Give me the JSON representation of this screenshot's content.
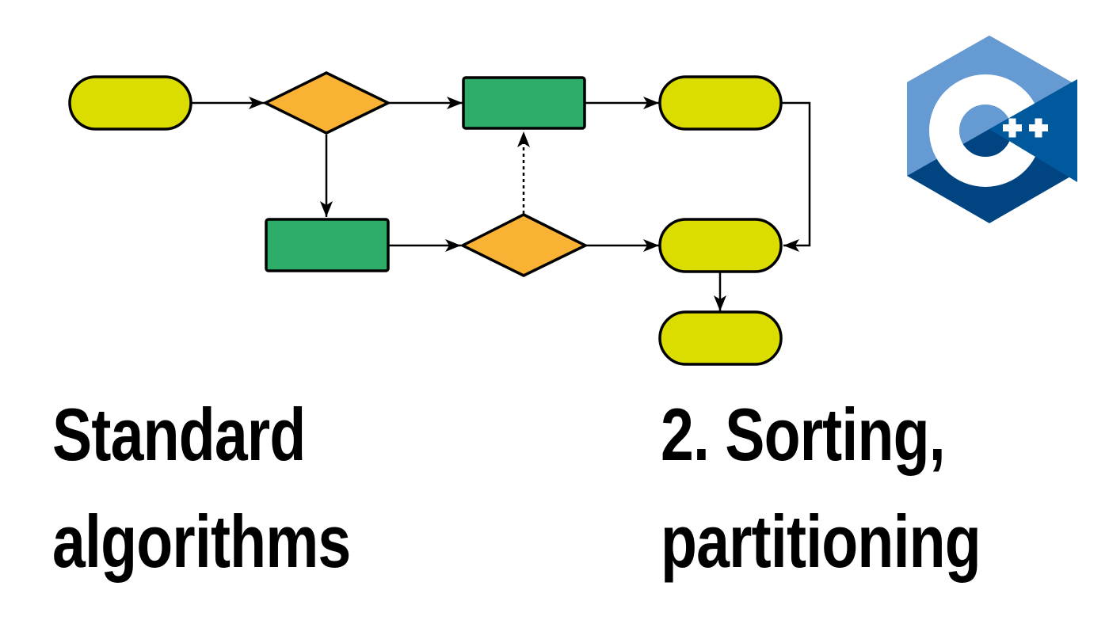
{
  "titles": {
    "left": [
      "Standard",
      "algorithms"
    ],
    "right": [
      "2. Sorting,",
      "partitioning"
    ]
  },
  "logo": {
    "text": "C++",
    "icon": "cpp-logo-icon",
    "colors": {
      "light": "#659ad2",
      "mid": "#00599c",
      "dark": "#004482",
      "letter": "#ffffff"
    }
  },
  "flowchart": {
    "colors": {
      "terminal": "#dbdc00",
      "process": "#2ead68",
      "decision": "#f9b233",
      "stroke": "#000000"
    }
  }
}
